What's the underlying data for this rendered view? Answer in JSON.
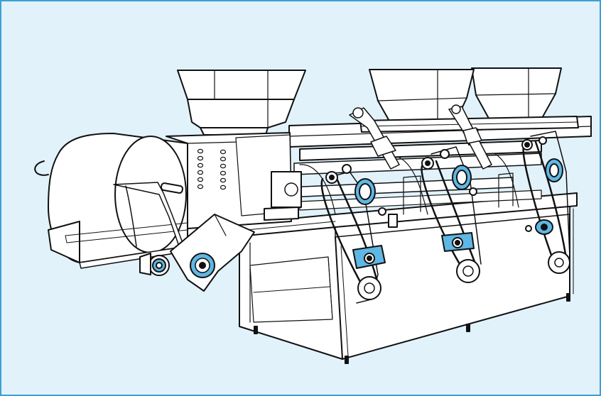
{
  "figure": {
    "style": "technical line illustration",
    "colors": {
      "background": "#e1f2fb",
      "border": "#3d9fd3",
      "line": "#111111",
      "fill": "#ffffff",
      "accent": "#5fb7e3"
    },
    "icons": [
      "hopper",
      "roller-drum",
      "gearbox",
      "pulley",
      "belt",
      "bearing"
    ]
  }
}
